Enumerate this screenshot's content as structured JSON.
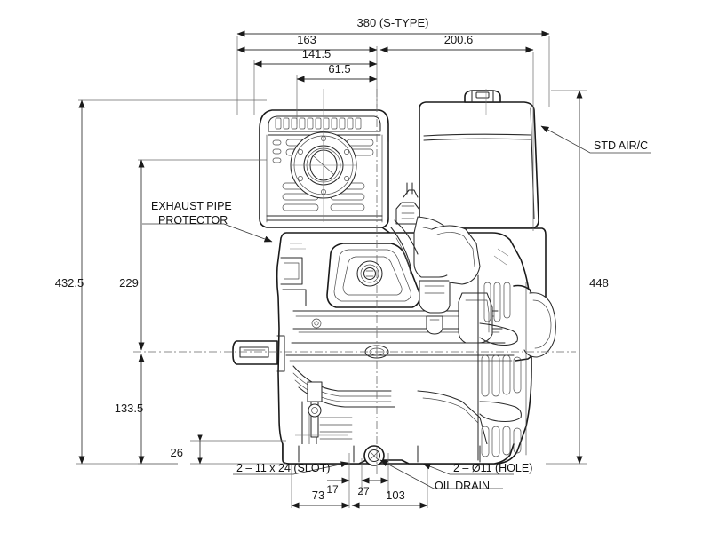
{
  "drawing": {
    "title": "Engine outline dimension drawing",
    "units": "mm",
    "background": "#ffffff",
    "line_color": "#1a1a1a",
    "thin_color": "#555555",
    "shade_color": "#8a8a8a"
  },
  "dimensions": {
    "top": [
      {
        "id": "overall-width",
        "label": "380 (S-TYPE)",
        "value": "380",
        "note": "(S-TYPE)"
      },
      {
        "id": "left-span",
        "label": "163",
        "value": "163"
      },
      {
        "id": "right-span",
        "label": "200.6",
        "value": "200.6"
      },
      {
        "id": "aircleaner-span",
        "label": "141.5",
        "value": "141.5"
      },
      {
        "id": "flange-span",
        "label": "61.5",
        "value": "61.5"
      }
    ],
    "left": [
      {
        "id": "overall-height",
        "label": "432.5",
        "value": "432.5"
      },
      {
        "id": "above-centerline",
        "label": "229",
        "value": "229"
      },
      {
        "id": "below-centerline",
        "label": "133.5",
        "value": "133.5"
      },
      {
        "id": "base-foot-height",
        "label": "26",
        "value": "26"
      }
    ],
    "right": [
      {
        "id": "right-overall-height",
        "label": "448",
        "value": "448"
      }
    ],
    "bottom": [
      {
        "id": "mount-left",
        "label": "73",
        "value": "73"
      },
      {
        "id": "slot-offset",
        "label": "17",
        "value": "17"
      },
      {
        "id": "drain-offset",
        "label": "27",
        "value": "27"
      },
      {
        "id": "mount-right",
        "label": "103",
        "value": "103"
      }
    ]
  },
  "callouts": [
    {
      "id": "std-air-cleaner",
      "label": "STD AIR/C"
    },
    {
      "id": "exhaust-pipe-protector",
      "line1": "EXHAUST PIPE",
      "line2": "PROTECTOR"
    },
    {
      "id": "mounting-slot",
      "label": "2 – 11 x 24 (SLOT)"
    },
    {
      "id": "mounting-hole",
      "label": "2 – Ø11 (HOLE)"
    },
    {
      "id": "oil-drain",
      "label": "OIL DRAIN"
    }
  ]
}
